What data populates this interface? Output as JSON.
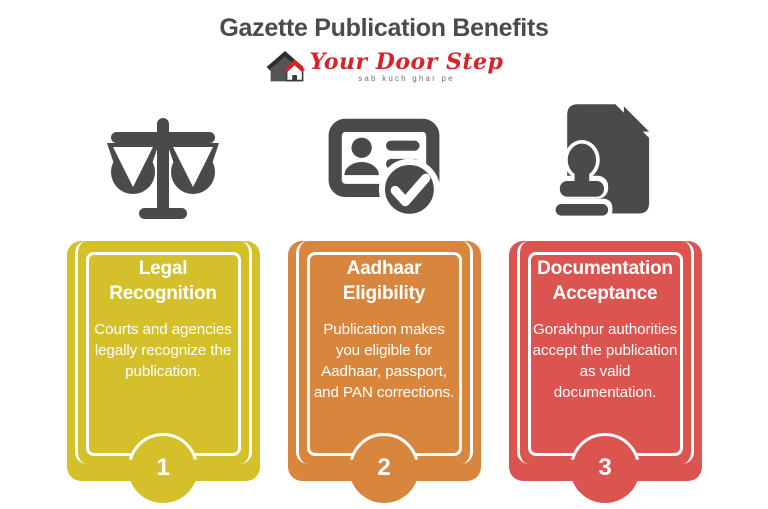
{
  "header": {
    "title": "Gazette Publication Benefits",
    "title_color": "#4b4b4b"
  },
  "logo": {
    "name": "Your Door Step",
    "tagline": "sab kuch ghar pe",
    "name_color": "#d7232a",
    "icon": "house-logo-icon"
  },
  "icons": {
    "color": "#4a4a4a",
    "items": [
      "scales-of-justice",
      "id-card-verified",
      "document-stamp"
    ]
  },
  "benefits": [
    {
      "number": "1",
      "title": "Legal Recognition",
      "description": "Courts and agencies legally recognize the publication.",
      "color": "#d4c02a",
      "icon": "scales-of-justice"
    },
    {
      "number": "2",
      "title": "Aadhaar Eligibility",
      "description": "Publication makes you eligible for Aadhaar, passport, and PAN corrections.",
      "color": "#d8863e",
      "icon": "id-card-verified"
    },
    {
      "number": "3",
      "title": "Documentation Acceptance",
      "description": "Gorakhpur authorities accept the publication as valid documentation.",
      "color": "#dc5450",
      "icon": "document-stamp"
    }
  ]
}
